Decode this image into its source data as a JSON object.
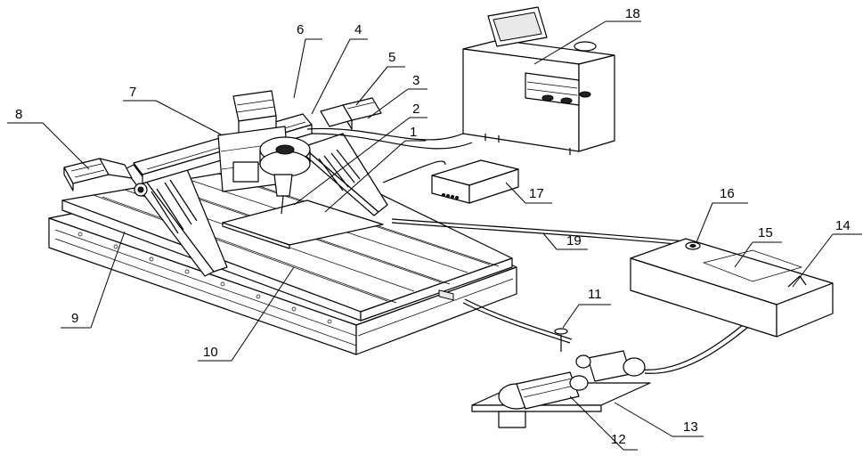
{
  "callouts": [
    {
      "id": "label-1",
      "text": "1"
    },
    {
      "id": "label-2",
      "text": "2"
    },
    {
      "id": "label-3",
      "text": "3"
    },
    {
      "id": "label-4",
      "text": "4"
    },
    {
      "id": "label-5",
      "text": "5"
    },
    {
      "id": "label-6",
      "text": "6"
    },
    {
      "id": "label-7",
      "text": "7"
    },
    {
      "id": "label-8",
      "text": "8"
    },
    {
      "id": "label-9",
      "text": "9"
    },
    {
      "id": "label-10",
      "text": "10"
    },
    {
      "id": "label-11",
      "text": "11"
    },
    {
      "id": "label-12",
      "text": "12"
    },
    {
      "id": "label-13",
      "text": "13"
    },
    {
      "id": "label-14",
      "text": "14"
    },
    {
      "id": "label-15",
      "text": "15"
    },
    {
      "id": "label-16",
      "text": "16"
    },
    {
      "id": "label-17",
      "text": "17"
    },
    {
      "id": "label-18",
      "text": "18"
    },
    {
      "id": "label-19",
      "text": "19"
    }
  ]
}
